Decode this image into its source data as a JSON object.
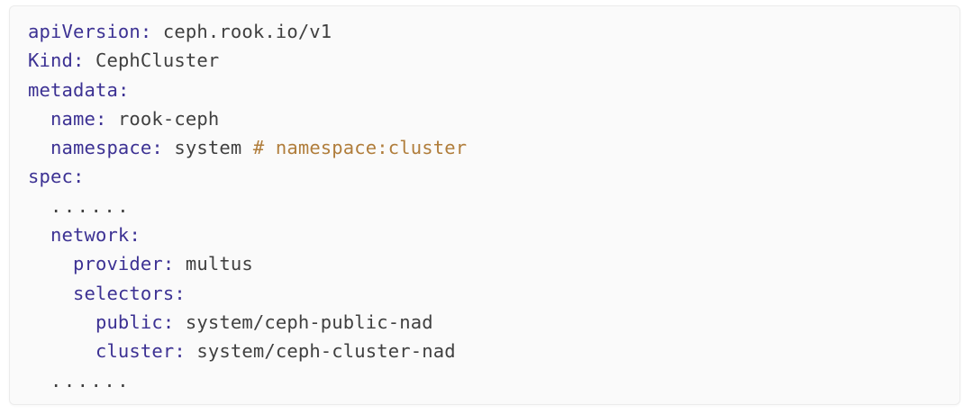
{
  "panel": {
    "name": "yaml-code-block",
    "language": "yaml",
    "background_color": "#fafafa",
    "border_color": "#ececec",
    "key_color": "#3c3193",
    "value_color": "#3f3f3f",
    "comment_color": "#b07d3b"
  },
  "code": {
    "lines": [
      {
        "indent": "",
        "key": "apiVersion",
        "punct": ":",
        "value": " ceph.rook.io/v1",
        "comment": ""
      },
      {
        "indent": "",
        "key": "Kind",
        "punct": ":",
        "value": " CephCluster",
        "comment": ""
      },
      {
        "indent": "",
        "key": "metadata",
        "punct": ":",
        "value": "",
        "comment": ""
      },
      {
        "indent": "  ",
        "key": "name",
        "punct": ":",
        "value": " rook-ceph",
        "comment": ""
      },
      {
        "indent": "  ",
        "key": "namespace",
        "punct": ":",
        "value": " system ",
        "comment": "# namespace:cluster"
      },
      {
        "indent": "",
        "key": "spec",
        "punct": ":",
        "value": "",
        "comment": ""
      },
      {
        "indent": "  ",
        "key": "",
        "punct": "",
        "value": "",
        "comment": "",
        "ellipsis": "......"
      },
      {
        "indent": "  ",
        "key": "network",
        "punct": ":",
        "value": "",
        "comment": ""
      },
      {
        "indent": "    ",
        "key": "provider",
        "punct": ":",
        "value": " multus",
        "comment": ""
      },
      {
        "indent": "    ",
        "key": "selectors",
        "punct": ":",
        "value": "",
        "comment": ""
      },
      {
        "indent": "      ",
        "key": "public",
        "punct": ":",
        "value": " system/ceph-public-nad",
        "comment": ""
      },
      {
        "indent": "      ",
        "key": "cluster",
        "punct": ":",
        "value": " system/ceph-cluster-nad",
        "comment": ""
      },
      {
        "indent": "  ",
        "key": "",
        "punct": "",
        "value": "",
        "comment": "",
        "ellipsis": "......"
      }
    ]
  }
}
